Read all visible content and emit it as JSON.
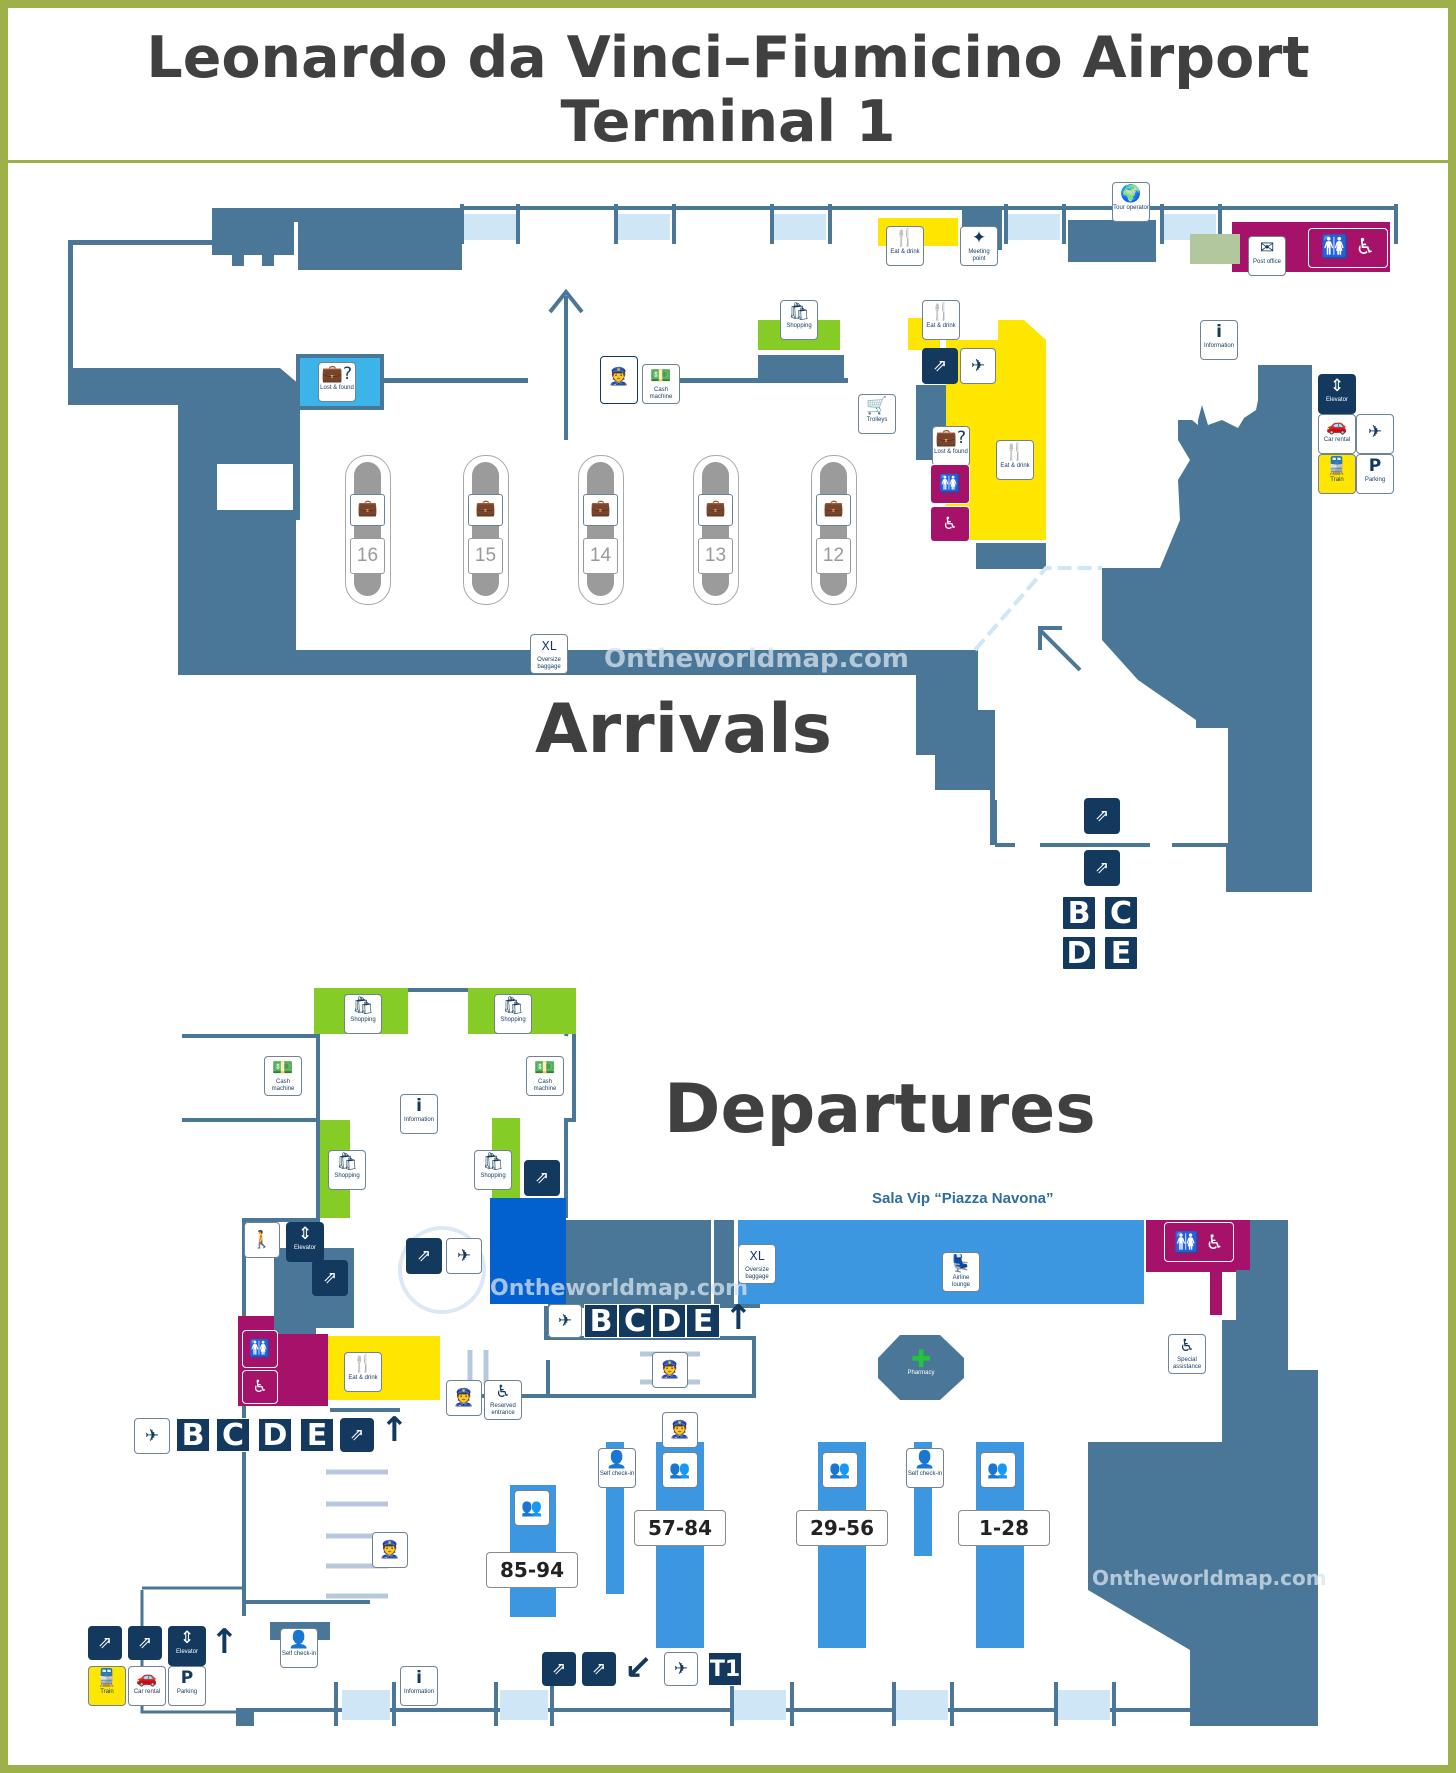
{
  "title": {
    "line1": "Leonardo da Vinci–Fiumicino Airport",
    "line2": "Terminal 1"
  },
  "sections": {
    "arrivals": "Arrivals",
    "departures": "Departures"
  },
  "colors": {
    "frame": "#9db04a",
    "building": "#4a7798",
    "gate_light": "#cfe6f7",
    "dark_icon": "#13395e",
    "restroom": "#a6126a",
    "food": "#ffe600",
    "shopping": "#86cc27",
    "lost_found": "#3cb4ea",
    "checkin": "#3d96e0"
  },
  "watermark": "Ontheworldmap.com",
  "arrivals": {
    "carousels": [
      "16",
      "15",
      "14",
      "13",
      "12"
    ],
    "icons": {
      "eat_drink_top": "Eat & drink",
      "meeting_point": "Meeting point",
      "tour_operator": "Tour operator",
      "post_office": "Post office",
      "shopping": "Shopping",
      "eat_drink_2": "Eat & drink",
      "lost_found": "Lost & found",
      "cash_machine": "Cash machine",
      "trolleys": "Trolleys",
      "lost_found_2": "Lost & found",
      "eat_drink_3": "Eat & drink",
      "information": "Information",
      "elevator": "Elevator",
      "car_rental": "Car rental",
      "train": "Train",
      "parking": "Parking",
      "oversize_baggage": "Oversize baggage"
    },
    "piers": [
      "B",
      "C",
      "D",
      "E"
    ]
  },
  "departures": {
    "vip_lounge": "Sala Vip “Piazza Navona”",
    "desks": [
      "85-94",
      "57-84",
      "29-56",
      "1-28"
    ],
    "terminal": "T1",
    "piers": [
      "B",
      "C",
      "D",
      "E"
    ],
    "icons": {
      "shopping_1": "Shopping",
      "shopping_2": "Shopping",
      "shopping_3": "Shopping",
      "shopping_4": "Shopping",
      "cash_machine_1": "Cash machine",
      "cash_machine_2": "Cash machine",
      "information": "Information",
      "information_2": "Information",
      "elevator": "Elevator",
      "elevator_2": "Elevator",
      "eat_drink": "Eat & drink",
      "oversize_baggage": "Oversize baggage",
      "airline_lounge": "Airline lounge",
      "pharmacy": "Pharmacy",
      "special_assistance": "Special assistance",
      "reserved_entrance": "Reserved entrance",
      "self_checkin_1": "Self check-in",
      "self_checkin_2": "Self check-in",
      "self_checkin_3": "Self check-in",
      "train": "Train",
      "car_rental": "Car rental",
      "parking": "Parking"
    }
  }
}
